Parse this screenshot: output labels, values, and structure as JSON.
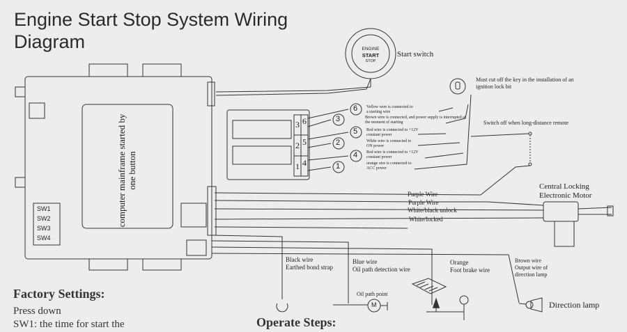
{
  "title": "Engine Start Stop System Wiring Diagram",
  "start_button": {
    "line1": "ENGINE",
    "line2": "START",
    "line3": "STOP"
  },
  "start_switch_label": "Start switch",
  "key_note": "Must cut off the key in the installation of an ignition lock bit",
  "remote_note": "Switch off when long-distance remote",
  "mainframe_label": "computer mainframe started by one button",
  "sw_labels": [
    "SW1",
    "SW2",
    "SW3",
    "SW4"
  ],
  "connector_pins": [
    "3",
    "6",
    "2",
    "5",
    "1",
    "4"
  ],
  "wires": [
    {
      "num": "6",
      "text": "Yellow wire is connected to a starting wire"
    },
    {
      "num": "3",
      "text": "Brown wire is connected, and power supply is interrupted at the moment of starting"
    },
    {
      "num": "5",
      "text": "Red wire is connected to +12V constant power"
    },
    {
      "num": "2",
      "text": "White wire is connected to ON power"
    },
    {
      "num": "4",
      "text": "Red wire is connected to +12V constant power"
    },
    {
      "num": "1",
      "text": "orange oire is connected to ACC power"
    }
  ],
  "bus_wires": [
    "Purple Wire",
    "Purple Wire",
    "White/black unlock",
    "White/locked"
  ],
  "central_locking": "Central Locking Electronic Motor",
  "black_wire": {
    "line1": "Black wire",
    "line2": "Earthed bond strap"
  },
  "blue_wire": {
    "line1": "Blue wire",
    "line2": "Oil path detection wire"
  },
  "oil_path_point": "Oil path point",
  "motor_letter": "M",
  "orange_wire": {
    "line1": "Orange",
    "line2": "Foot brake wire"
  },
  "brown_wire": {
    "line1": "Brown wire",
    "line2": "Output wire of",
    "line3": "direction lamp"
  },
  "direction_lamp": "Direction lamp",
  "factory_settings": {
    "heading": "Factory Settings:",
    "line1": "Press down",
    "line2": "SW1: the time for start the"
  },
  "operate_steps": "Operate Steps:"
}
